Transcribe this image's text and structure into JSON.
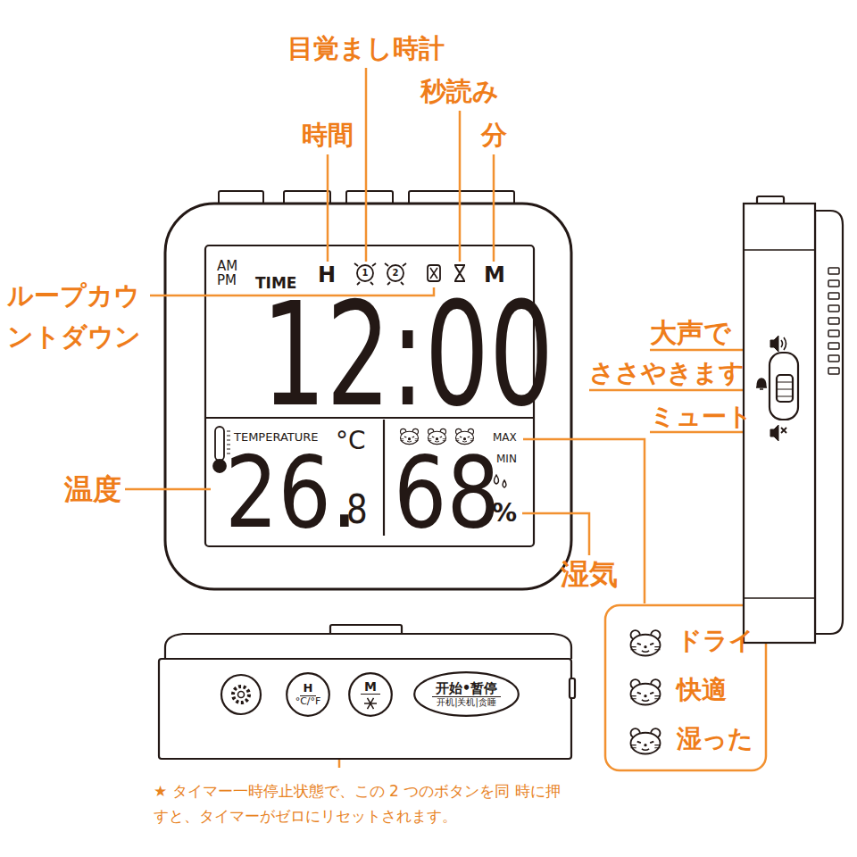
{
  "diagram": {
    "nodes": [
      {
        "text": [
          "H",
          "°C/°F"
        ]
      },
      {
        "text": [
          "M"
        ]
      },
      {
        "text": [
          "开始•暂停",
          "开机|关机|贪睡"
        ]
      }
    ],
    "labels": [
      "目覚まし時計",
      "秒読み",
      "時間",
      "分",
      "ループカウ ントダウン",
      "AM",
      "PM",
      "TIME",
      "H",
      "1",
      "2",
      "M",
      "12:00",
      "TEMPERATURE",
      "°C",
      "26.",
      "8",
      "MAX",
      "MIN",
      "68",
      "%",
      "温度",
      "湿気",
      "大声で",
      "ささやきます",
      "ミュート",
      "★ タイマー一時停止状態で、この 2 つのボタンを同 時に押すと、タイマーがゼロにリセットされます。"
    ],
    "legend": [
      {
        "text": "ドライ"
      },
      {
        "text": "快適"
      },
      {
        "text": "湿った"
      }
    ]
  }
}
